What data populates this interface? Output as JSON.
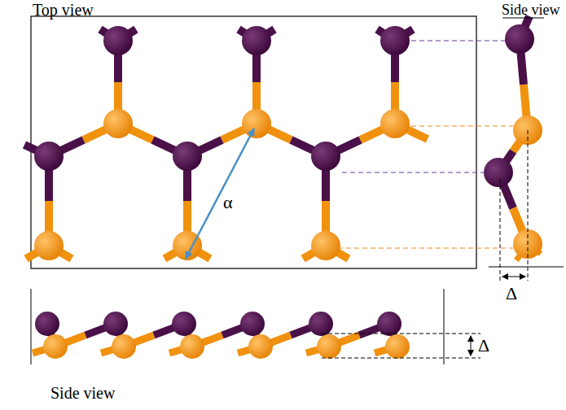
{
  "diagram": {
    "labels": [
      "Top view",
      "Side view",
      "α",
      "Δ",
      "Δ",
      "Side view"
    ]
  }
}
